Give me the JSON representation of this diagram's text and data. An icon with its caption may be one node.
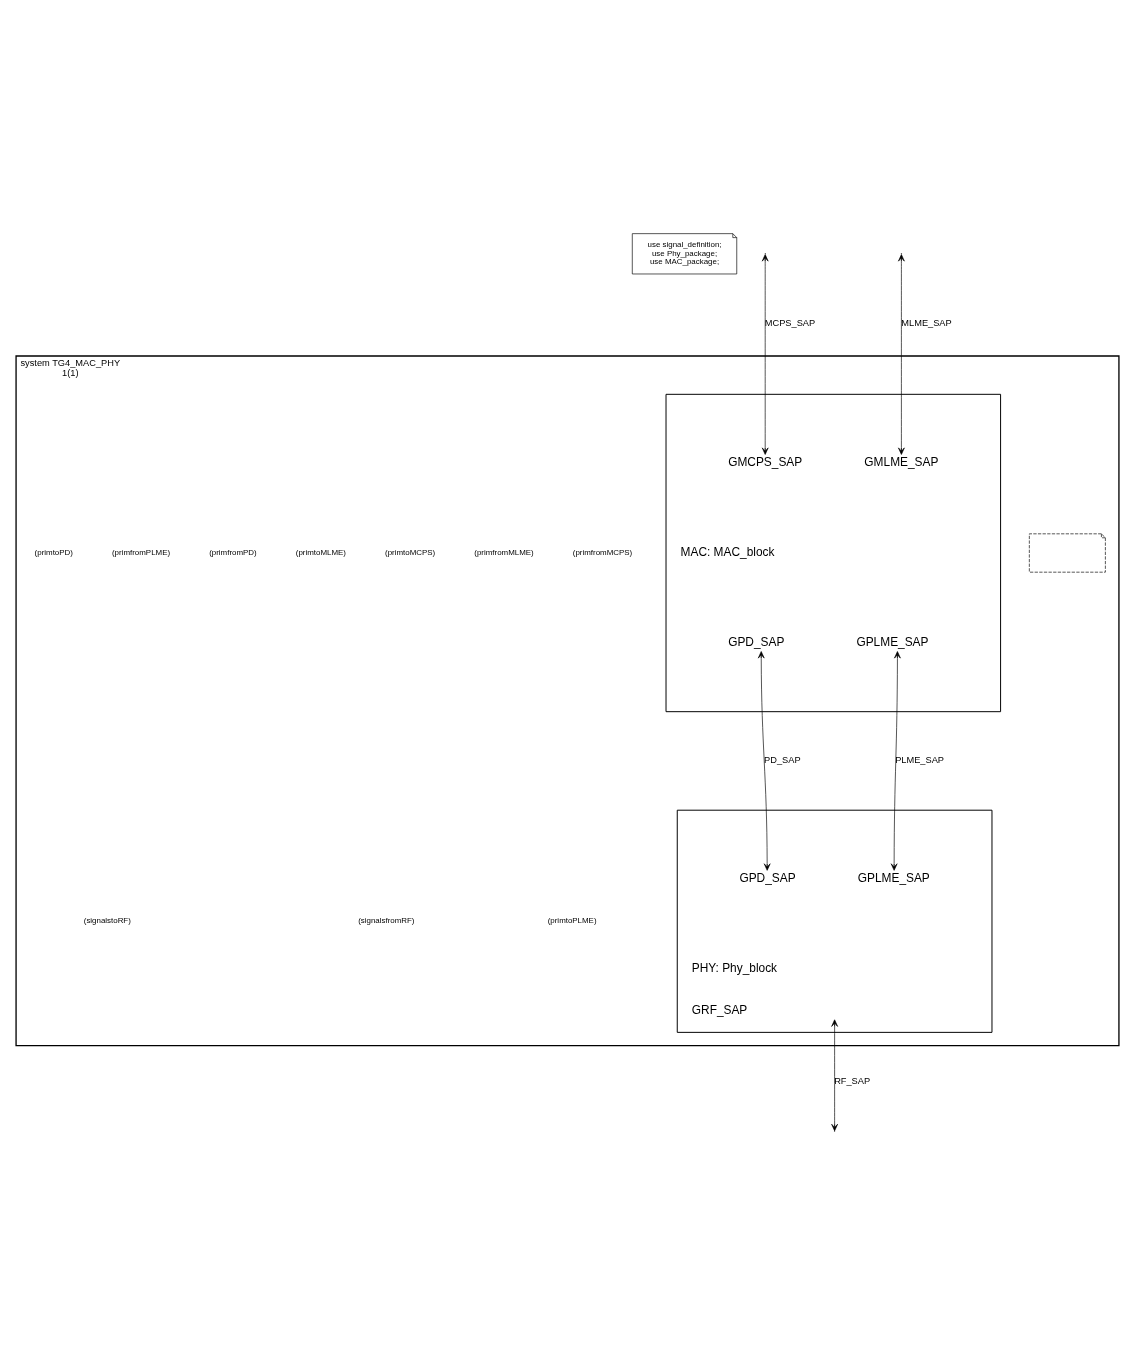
{
  "diagram": {
    "nodes": [
      {
        "text": [
          "use signal_definition;",
          "use Phy_package;",
          "use MAC_package;"
        ]
      },
      {
        "text": [
          "system TG4_MAC_PHY",
          "1(1)"
        ]
      },
      {
        "text": [],
        "shape": "note",
        "in": 1
      },
      {
        "text": [
          "GMCPS_SAP",
          "GMLME_SAP",
          "MAC: MAC_block",
          "GPD_SAP",
          "GPLME_SAP"
        ],
        "in": 1
      },
      {
        "text": [
          "GPD_SAP",
          "GPLME_SAP",
          "PHY: Phy_block",
          "GRF_SAP"
        ],
        "in": 1
      }
    ],
    "edges": [
      {
        "from": null,
        "to": 3,
        "arrow": "both",
        "label": "MCPS_SAP"
      },
      {
        "from": null,
        "to": 3,
        "arrow": "both",
        "label": "MLME_SAP"
      },
      {
        "from": 3,
        "to": 4,
        "arrow": "both",
        "label": "PD_SAP"
      },
      {
        "from": 3,
        "to": 4,
        "arrow": "both",
        "label": "PLME_SAP"
      },
      {
        "from": 4,
        "to": null,
        "arrow": "both",
        "label": "RF_SAP"
      }
    ],
    "labels": [
      "(primfromMCPS)",
      "(primfromMLME)",
      "(primtoMCPS)",
      "(primtoMLME)",
      "(primfromPD)",
      "(primfromPLME)",
      "(primtoPD)",
      "(primtoPLME)",
      "(signalsfromRF)",
      "(signalstoRF)"
    ]
  }
}
